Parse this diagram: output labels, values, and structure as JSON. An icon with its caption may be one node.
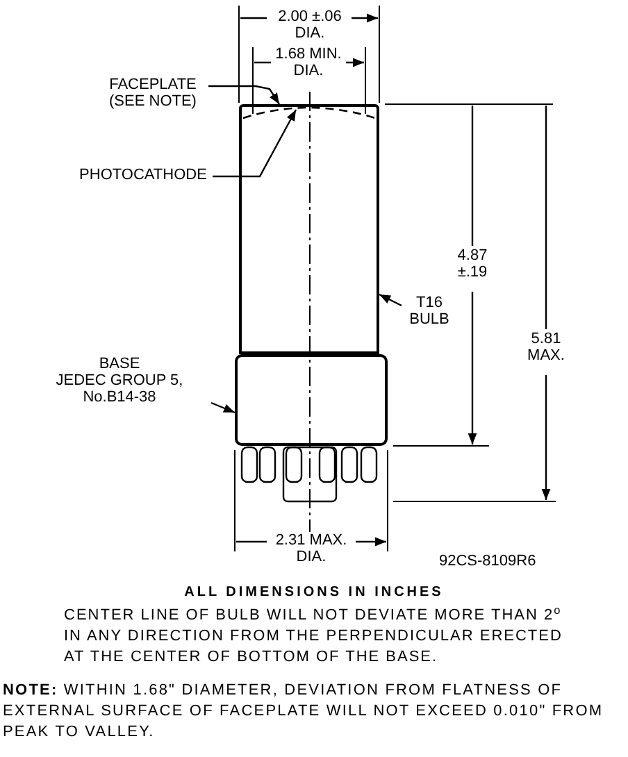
{
  "diagram": {
    "nodes": [
      {
        "text": [
          "FACEPLATE (SEE NOTE)"
        ]
      },
      {
        "text": [
          "PHOTOCATHODE"
        ]
      },
      {
        "text": [],
        "shape": "box"
      },
      {
        "text": [
          "T16 BULB"
        ]
      },
      {
        "text": [],
        "shape": "box"
      },
      {
        "text": [
          "BASE",
          "JEDEC GROUP 5, No.B14-38"
        ]
      }
    ],
    "edges": [
      {
        "from": 0,
        "to": 2,
        "arrow": "to"
      },
      {
        "from": 1,
        "to": 2,
        "arrow": "to"
      },
      {
        "from": 3,
        "to": 2,
        "arrow": "to"
      },
      {
        "from": 5,
        "to": 4,
        "arrow": "to"
      }
    ],
    "labels": [
      "2.00 ±.06 DIA.",
      "1.68 MIN. DIA.",
      "4.87 ±.19",
      "5.81 MAX.",
      "2.31 MAX. DIA.",
      "92CS-8109R6",
      "ALL DIMENSIONS IN INCHES",
      "CENTER LINE OF BULB WILL NOT DEVIATE MORE THAN 2$^{o}$ IN ANY DIRECTION FROM THE PERPENDICULAR ERECTED AT THE CENTER OF BOTTOM OF THE BASE.",
      "**NOTE:** WITHIN 1.68\" DIAMETER, DEVIATION FROM FLATNESS OF EXTERNAL SURFACE OF FACEPLATE WILL NOT EXCEED 0.010\" FROM PEAK TO VALLEY."
    ]
  }
}
